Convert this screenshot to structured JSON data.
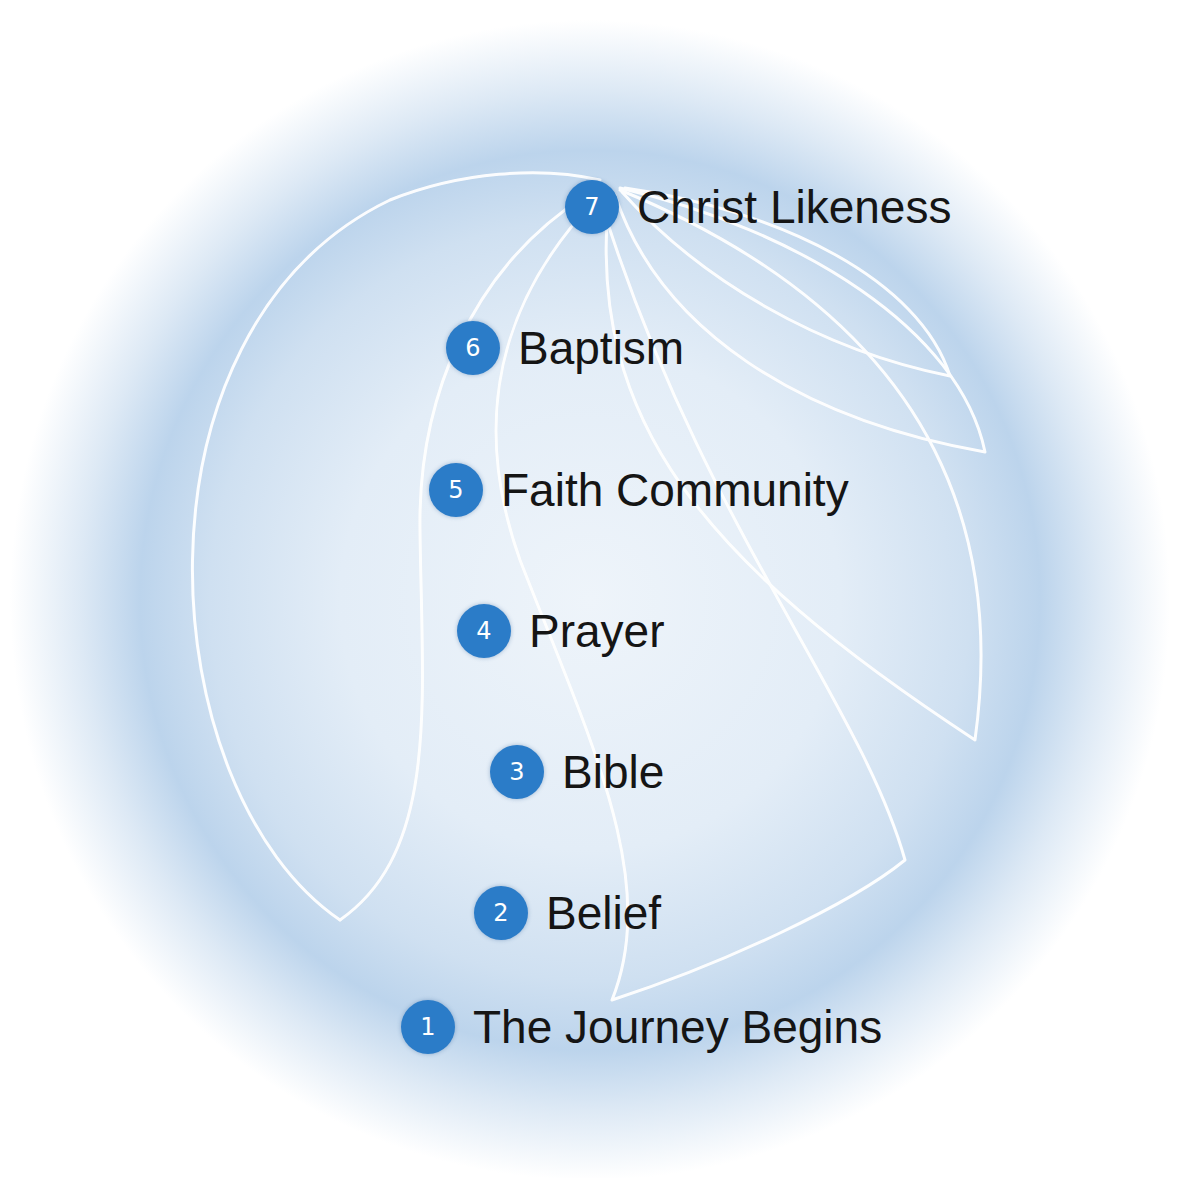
{
  "diagram": {
    "nodes": [
      {
        "text": [
          "1",
          "The Journey Begins"
        ]
      },
      {
        "text": [
          "2",
          "Belief"
        ]
      },
      {
        "text": [
          "3",
          "Bible"
        ]
      },
      {
        "text": [
          "4",
          "Prayer"
        ]
      },
      {
        "text": [
          "5",
          "Faith Community"
        ]
      },
      {
        "text": [
          "6",
          "Baptism"
        ]
      },
      {
        "text": [
          "7",
          "Christ Likeness"
        ]
      }
    ]
  }
}
